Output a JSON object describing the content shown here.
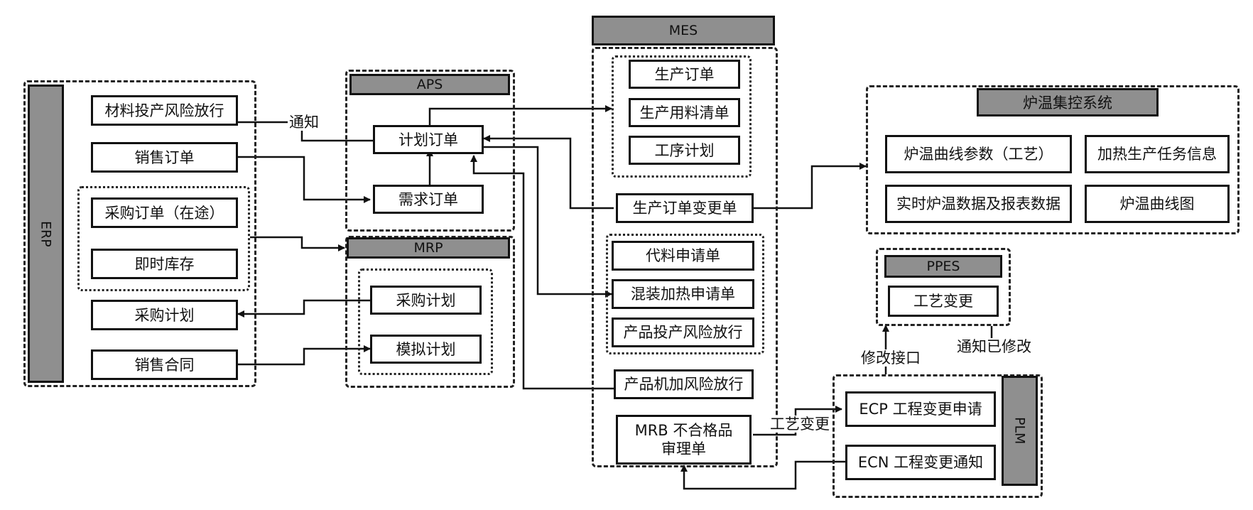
{
  "systems": {
    "erp": "ERP",
    "aps": "APS",
    "mrp": "MRP",
    "mes": "MES",
    "furnace": "炉温集控系统",
    "ppes": "PPES",
    "plm": "PLM"
  },
  "erp": {
    "material_risk": "材料投产风险放行",
    "sales_order": "销售订单",
    "purchase_order": "采购订单（在途）",
    "instant_stock": "即时库存",
    "purchase_plan": "采购计划",
    "sales_contract": "销售合同"
  },
  "aps": {
    "plan_order": "计划订单",
    "demand_order": "需求订单"
  },
  "mrp": {
    "purchase_plan": "采购计划",
    "simulation_plan": "模拟计划"
  },
  "mes": {
    "production_order": "生产订单",
    "bom": "生产用料清单",
    "process_plan": "工序计划",
    "order_change": "生产订单变更单",
    "substitute_request": "代料申请单",
    "mixed_heat_request": "混装加热申请单",
    "product_risk": "产品投产风险放行",
    "machining_risk": "产品机加风险放行",
    "mrb_line1": "MRB 不合格品",
    "mrb_line2": "审理单"
  },
  "furnace": {
    "curve_params": "炉温曲线参数（工艺）",
    "heating_task": "加热生产任务信息",
    "realtime_data": "实时炉温数据及报表数据",
    "curve_chart": "炉温曲线图"
  },
  "ppes": {
    "process_change": "工艺变更"
  },
  "plm": {
    "ecp": "ECP 工程变更申请",
    "ecn": "ECN 工程变更通知"
  },
  "edge_labels": {
    "notify": "通知",
    "process_change": "工艺变更",
    "modify_interface": "修改接口",
    "notify_modified": "通知已修改"
  }
}
